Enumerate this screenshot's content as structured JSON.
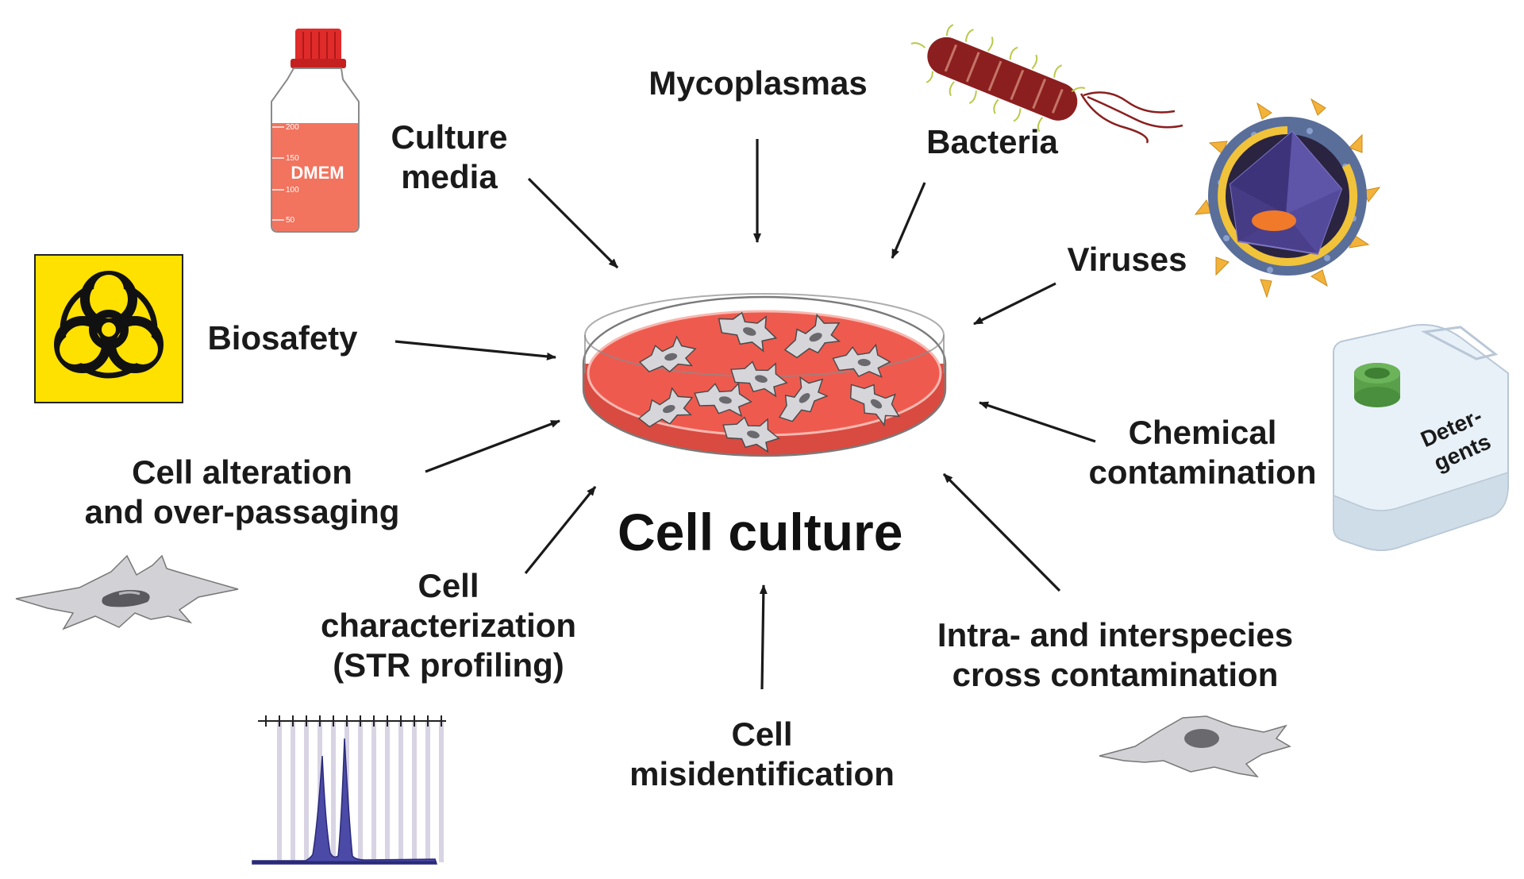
{
  "title": "Cell culture",
  "factors": {
    "culture_media": [
      "Culture",
      "media"
    ],
    "mycoplasmas": [
      "Mycoplasmas"
    ],
    "bacteria": [
      "Bacteria"
    ],
    "viruses": [
      "Viruses"
    ],
    "biosafety": [
      "Biosafety"
    ],
    "chemical": [
      "Chemical",
      "contamination"
    ],
    "alteration": [
      "Cell alteration",
      "and over-passaging"
    ],
    "characterization": [
      "Cell",
      "characterization",
      "(STR profiling)"
    ],
    "cross": [
      "Intra- and interspecies",
      "cross contamination"
    ],
    "misidentification": [
      "Cell",
      "misidentification"
    ]
  },
  "bottle": {
    "label": "DMEM",
    "marks": [
      "200",
      "150",
      "100",
      "50"
    ]
  },
  "canister": {
    "label": [
      "Deter-",
      "gents"
    ]
  },
  "icons": [
    "culture-media-bottle-icon",
    "biohazard-icon",
    "bacterium-icon",
    "virus-icon",
    "detergent-canister-icon",
    "cell-icon",
    "str-electropherogram-icon",
    "petri-dish-icon"
  ],
  "colors": {
    "medium": "#ef5a4f",
    "dish_rim": "#f6b8b0",
    "bottle_cap": "#e02b2b",
    "bottle_liquid": "#f2735e",
    "biohazard_bg": "#ffe100",
    "bacterium_body": "#8b1f1f",
    "virus_shell": "#5a6e9a",
    "virus_spike": "#f3b23a",
    "canister_cap": "#5aa04a",
    "canister_body": "#e8f1f8",
    "cell_fill": "#c8c8cc",
    "peak": "#4b4aa6"
  }
}
